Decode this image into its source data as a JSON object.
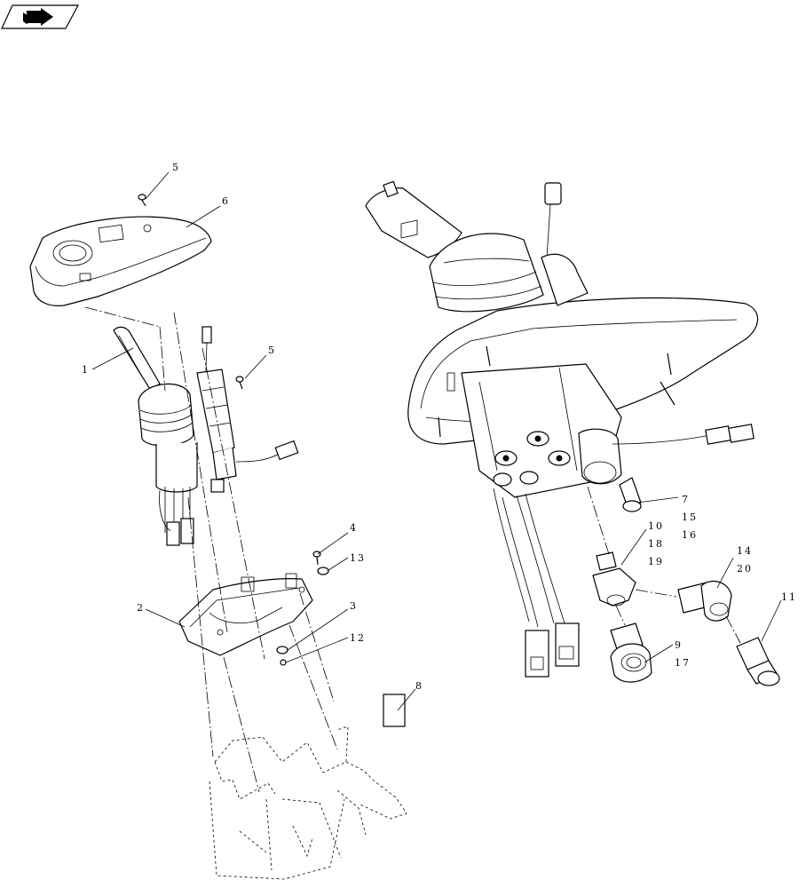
{
  "nav_icon": "book-arrow-icon",
  "callouts": {
    "c1": "1",
    "c2": "2",
    "c3": "3",
    "c4": "4",
    "c5a": "5",
    "c5b": "5",
    "c6": "6",
    "c7": "7",
    "c8": "8",
    "c9": "9",
    "c10": "10",
    "c11": "11",
    "c12": "12",
    "c13": "13",
    "c14": "14",
    "c15": "15",
    "c16": "16",
    "c17": "17",
    "c18": "18",
    "c19": "19",
    "c20": "20"
  }
}
